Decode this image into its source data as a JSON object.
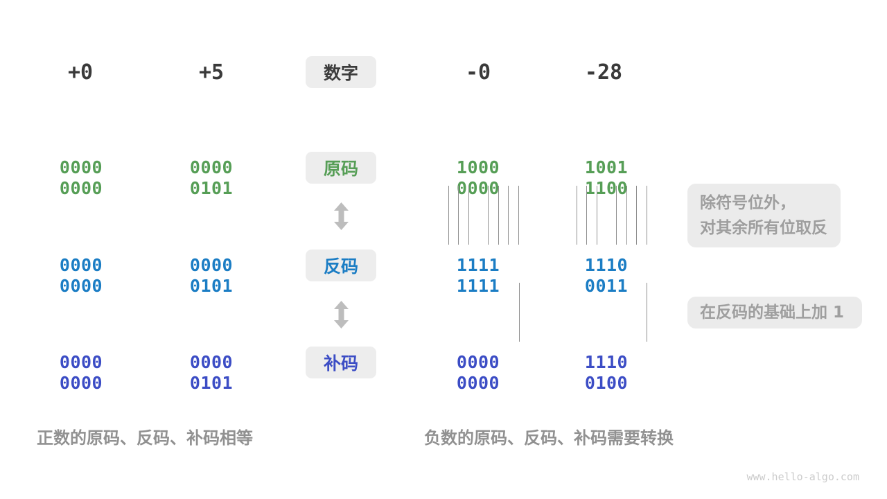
{
  "header": {
    "pos_zero": "+0",
    "pos_five": "+5",
    "number_tag": "数字",
    "neg_zero": "-0",
    "neg_twenty_eight": "-28"
  },
  "rows": [
    {
      "label": "原码",
      "meaning": "sign-magnitude",
      "values": [
        "0000 0000",
        "0000 0101",
        "1000 0000",
        "1001 1100"
      ]
    },
    {
      "label": "反码",
      "meaning": "ones-complement",
      "values": [
        "0000 0000",
        "0000 0101",
        "1111 1111",
        "1110 0011"
      ]
    },
    {
      "label": "补码",
      "meaning": "twos-complement",
      "values": [
        "0000 0000",
        "0000 0101",
        "0000 0000",
        "1110 0100"
      ]
    }
  ],
  "notes": {
    "invert_line1": "除符号位外，",
    "invert_line2": "对其余所有位取反",
    "add_one": "在反码的基础上加 1"
  },
  "captions": {
    "positive": "正数的原码、反码、补码相等",
    "negative": "负数的原码、反码、补码需要转换"
  },
  "watermark": "www.hello-algo.com",
  "colors": {
    "sign_magnitude_green": "#569e56",
    "ones_complement_blue": "#1b7dc4",
    "twos_complement_indigo": "#3c4dc5",
    "tag_background": "#ededed",
    "note_background": "#ebebeb",
    "note_text": "#9e9e9e",
    "caption_text": "#919191",
    "arrow_gray": "#bdbdbd",
    "tick_gray": "#8f8f8f",
    "watermark_gray": "#cbcbcb",
    "dark_text": "#3a3a3a"
  }
}
